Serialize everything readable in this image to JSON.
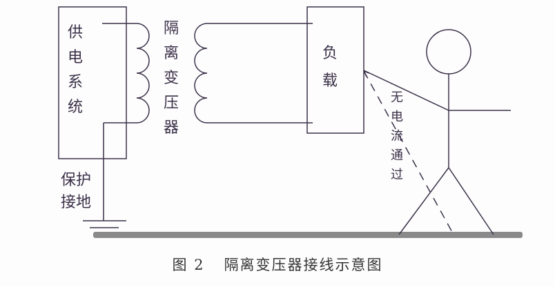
{
  "labels": {
    "supply": "供电系统",
    "transformer": "隔离变压器",
    "load": "负载",
    "grounding": [
      "保护",
      "接地"
    ],
    "no_current": "无电流通过"
  },
  "caption": {
    "number": "图 2",
    "title": "隔离变压器接线示意图"
  },
  "colors": {
    "line": "#3a3048",
    "ground": "#8a8a8a"
  }
}
